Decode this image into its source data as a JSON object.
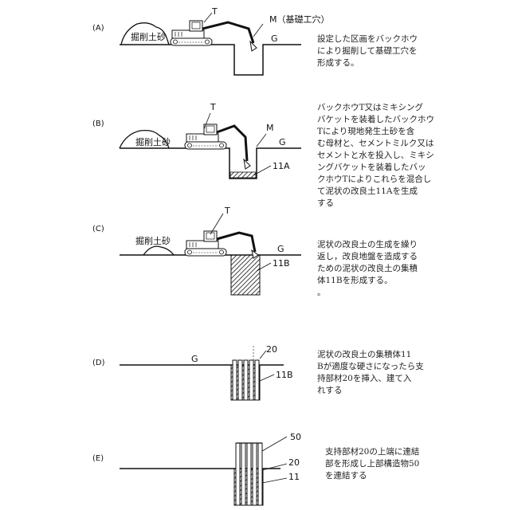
{
  "panels": [
    {
      "id": "A",
      "label": "(A)",
      "soil": "掘削土砂",
      "machine": "T",
      "hole": "M（基礎工穴）",
      "ground": "G",
      "description": [
        "設定した区画をバックホウ",
        "により掘削して基礎工穴を",
        "形成する。"
      ]
    },
    {
      "id": "B",
      "label": "(B)",
      "soil": "掘削土砂",
      "machine": "T",
      "hole": "M",
      "ground": "G",
      "item": "11A",
      "description": [
        "バックホウT又はミキシング",
        "バケットを装着したバックホウ",
        "Tにより現地発生土砂を含",
        "む母材と、セメントミルク又は",
        "セメントと水を投入し、ミキシ",
        "ングバケットを装着したバッ",
        "クホウTによりこれらを混合し",
        "て泥状の改良土11Aを生成",
        "する"
      ]
    },
    {
      "id": "C",
      "label": "(C)",
      "soil": "掘削土砂",
      "machine": "T",
      "ground": "G",
      "item": "11B",
      "description": [
        "泥状の改良土の生成を繰り",
        "返し，改良地盤を造成する",
        "ための泥状の改良土の集積",
        "体11Bを形成する。",
        "。"
      ]
    },
    {
      "id": "D",
      "label": "(D)",
      "ground": "G",
      "item_top": "20",
      "item": "11B",
      "description": [
        "泥状の改良土の集積体11",
        "Bが適度な硬さになったら支",
        "持部材20を挿入、建て入",
        "れする"
      ]
    },
    {
      "id": "E",
      "label": "(E)",
      "item_top": "50",
      "item_mid": "20",
      "item": "11",
      "description": [
        "支持部材20の上端に連結",
        "部を形成し上部構造物50",
        "を連結する"
      ]
    }
  ]
}
